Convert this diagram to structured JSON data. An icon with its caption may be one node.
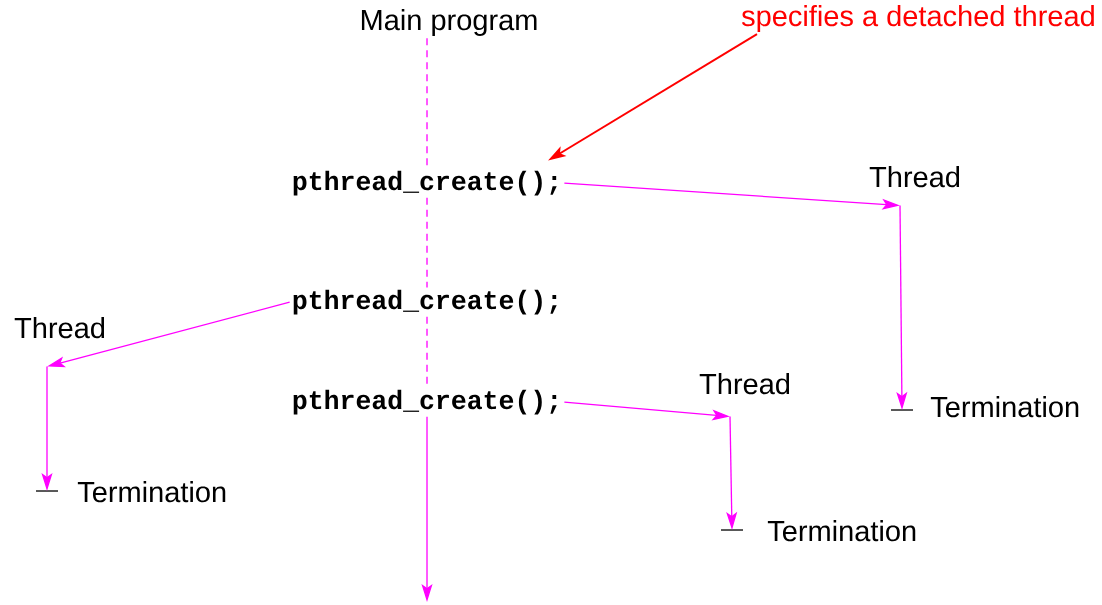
{
  "diagram": {
    "nodes": [
      {
        "text": [
          "Main program"
        ]
      },
      {
        "text": [
          "specifies a detached thread"
        ]
      },
      {
        "text": [
          "pthread_create();"
        ]
      },
      {
        "text": [
          "pthread_create();"
        ]
      },
      {
        "text": [
          "pthread_create();"
        ]
      },
      {
        "text": [
          "Thread"
        ]
      },
      {
        "text": [
          "Termination"
        ]
      },
      {
        "text": [
          "Thread"
        ]
      },
      {
        "text": [
          "Termination"
        ]
      },
      {
        "text": [
          "Thread"
        ]
      },
      {
        "text": [
          "Termination"
        ]
      }
    ],
    "edges": [
      {
        "from": 0,
        "to": 2,
        "arrow": "none",
        "style": "dashed"
      },
      {
        "from": 2,
        "to": 3,
        "arrow": "none",
        "style": "dashed"
      },
      {
        "from": 3,
        "to": 4,
        "arrow": "none",
        "style": "dashed"
      },
      {
        "from": 4,
        "to": null,
        "arrow": "to"
      },
      {
        "from": 1,
        "to": 2,
        "arrow": "to",
        "color": "#ff0000"
      },
      {
        "from": 2,
        "to": 5,
        "arrow": "to"
      },
      {
        "from": 5,
        "to": 6,
        "arrow": "to"
      },
      {
        "from": 3,
        "to": 7,
        "arrow": "to"
      },
      {
        "from": 7,
        "to": 8,
        "arrow": "to"
      },
      {
        "from": 4,
        "to": 9,
        "arrow": "to"
      },
      {
        "from": 9,
        "to": 10,
        "arrow": "to"
      }
    ]
  }
}
